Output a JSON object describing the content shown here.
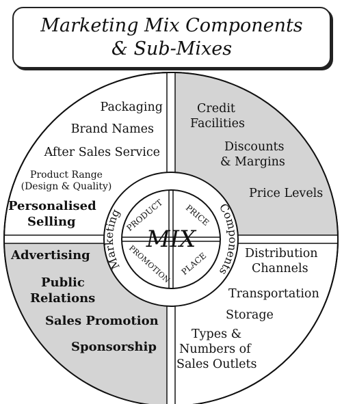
{
  "title": {
    "line1": "Marketing Mix Components",
    "line2": "& Sub-Mixes"
  },
  "center": {
    "mix": "MIX",
    "product": "PRODUCT",
    "price": "PRICE",
    "promotion": "PROMOTION",
    "place": "PLACE",
    "ring_left": "Marketing",
    "ring_right": "Components"
  },
  "quadrants": {
    "product": {
      "packaging": "Packaging",
      "brand_names": "Brand Names",
      "after_sales": "After Sales Service",
      "product_range_1": "Product Range",
      "product_range_2": "(Design & Quality)",
      "personalised_1": "Personalised",
      "personalised_2": "Selling"
    },
    "price": {
      "credit_1": "Credit",
      "credit_2": "Facilities",
      "discounts_1": "Discounts",
      "discounts_2": "& Margins",
      "price_levels": "Price Levels"
    },
    "promotion": {
      "advertising": "Advertising",
      "public_1": "Public",
      "public_2": "Relations",
      "sales_promotion": "Sales Promotion",
      "sponsorship": "Sponsorship"
    },
    "place": {
      "distribution_1": "Distribution",
      "distribution_2": "Channels",
      "transportation": "Transportation",
      "storage": "Storage",
      "types_1": "Types &",
      "types_2": "Numbers of",
      "types_3": "Sales Outlets"
    }
  },
  "colors": {
    "shade": "#d4d4d4",
    "ink": "#111111"
  }
}
